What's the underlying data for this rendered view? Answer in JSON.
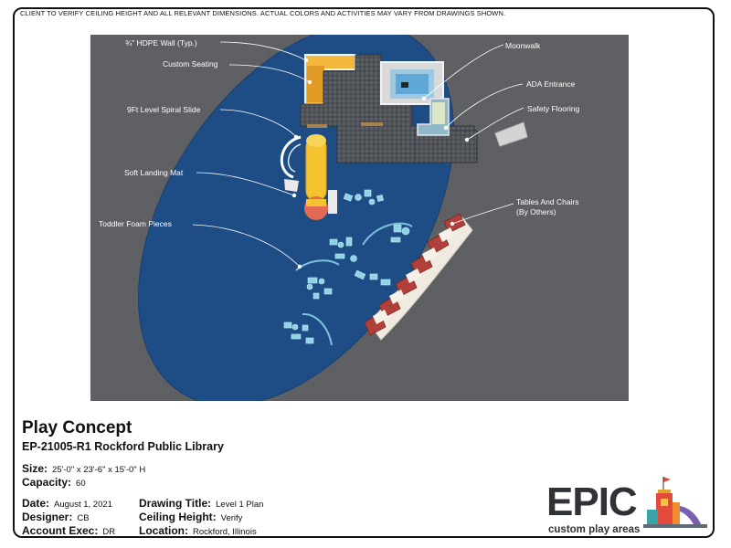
{
  "disclaimer": "CLIENT TO VERIFY CEILING HEIGHT AND ALL RELEVANT DIMENSIONS. ACTUAL COLORS AND ACTIVITIES MAY VARY FROM DRAWINGS SHOWN.",
  "callouts": {
    "hdpe_wall": "¾\" HDPE Wall (Typ.)",
    "custom_seating": "Custom Seating",
    "spiral_slide": "9Ft Level Spiral Slide",
    "soft_landing": "Soft Landing Mat",
    "toddler_foam": "Toddler Foam Pieces",
    "moonwalk": "Moonwalk",
    "ada_entrance": "ADA Entrance",
    "safety_flooring": "Safety Flooring",
    "tables_chairs_1": "Tables And Chairs",
    "tables_chairs_2": "(By Others)"
  },
  "sheet": {
    "title": "Play Concept",
    "project": "EP-21005-R1 Rockford Public Library",
    "size_label": "Size:",
    "size_value": "25'-0\" x 23'-6\" x 15'-0\" H",
    "capacity_label": "Capacity:",
    "capacity_value": "60",
    "date_label": "Date:",
    "date_value": "August 1, 2021",
    "designer_label": "Designer:",
    "designer_value": "CB",
    "account_label": "Account Exec:",
    "account_value": "DR",
    "drawing_title_label": "Drawing Title:",
    "drawing_title_value": "Level 1 Plan",
    "ceiling_label": "Ceiling Height:",
    "ceiling_value": "Verify",
    "location_label": "Location:",
    "location_value": "Rockford, Illinois"
  },
  "logo": {
    "word": "EPIC",
    "tagline": "custom play areas"
  }
}
